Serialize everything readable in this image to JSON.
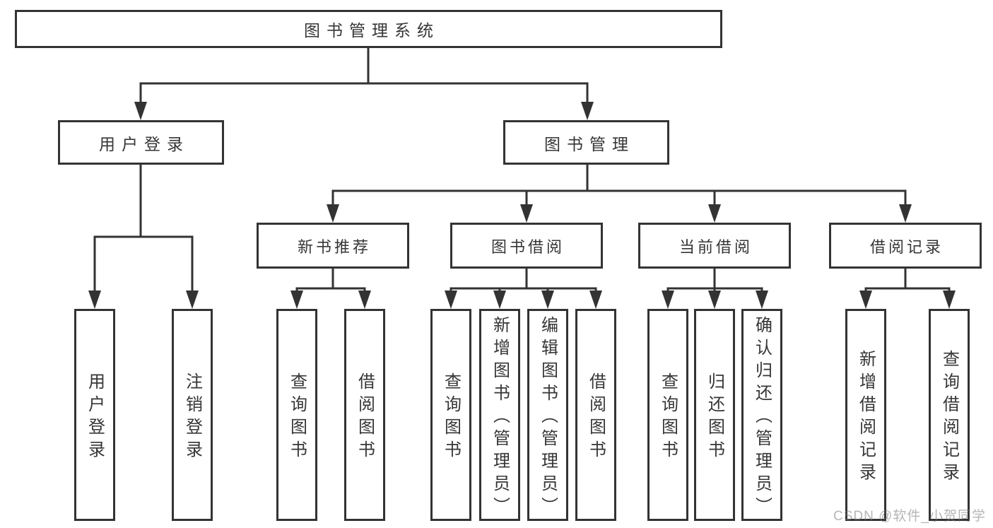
{
  "diagram": {
    "root": {
      "label": "图书管理系统"
    },
    "level2": [
      {
        "id": "user-login",
        "label": "用户登录"
      },
      {
        "id": "book-management",
        "label": "图书管理"
      }
    ],
    "level3": [
      {
        "id": "new-book-recommend",
        "label": "新书推荐",
        "parent": "图书管理"
      },
      {
        "id": "book-borrowing",
        "label": "图书借阅",
        "parent": "图书管理"
      },
      {
        "id": "current-borrowing",
        "label": "当前借阅",
        "parent": "图书管理"
      },
      {
        "id": "borrowing-records",
        "label": "借阅记录",
        "parent": "图书管理"
      }
    ],
    "leaves": [
      {
        "id": "leaf-user-login",
        "label": "用户登录",
        "parent": "用户登录"
      },
      {
        "id": "leaf-logout",
        "label": "注销登录",
        "parent": "用户登录"
      },
      {
        "id": "leaf-query-books-a",
        "label": "查询图书",
        "parent": "新书推荐"
      },
      {
        "id": "leaf-borrow-books-a",
        "label": "借阅图书",
        "parent": "新书推荐"
      },
      {
        "id": "leaf-query-books-b",
        "label": "查询图书",
        "parent": "图书借阅"
      },
      {
        "id": "leaf-add-book-admin",
        "label": "新增图书（管理员）",
        "parent": "图书借阅"
      },
      {
        "id": "leaf-edit-book-admin",
        "label": "编辑图书（管理员）",
        "parent": "图书借阅"
      },
      {
        "id": "leaf-borrow-books-b",
        "label": "借阅图书",
        "parent": "图书借阅"
      },
      {
        "id": "leaf-query-books-c",
        "label": "查询图书",
        "parent": "当前借阅"
      },
      {
        "id": "leaf-return-books",
        "label": "归还图书",
        "parent": "当前借阅"
      },
      {
        "id": "leaf-confirm-return-admin",
        "label": "确认归还（管理员）",
        "parent": "当前借阅"
      },
      {
        "id": "leaf-add-borrow-record",
        "label": "新增借阅记录",
        "parent": "借阅记录"
      },
      {
        "id": "leaf-query-borrow-record",
        "label": "查询借阅记录",
        "parent": "借阅记录"
      }
    ]
  },
  "watermark": {
    "text": "CSDN @软件_小贺同学"
  },
  "colors": {
    "line": "#333333",
    "text": "#363636",
    "box_background": "#ffffff",
    "watermark": "#b5b5b5"
  }
}
